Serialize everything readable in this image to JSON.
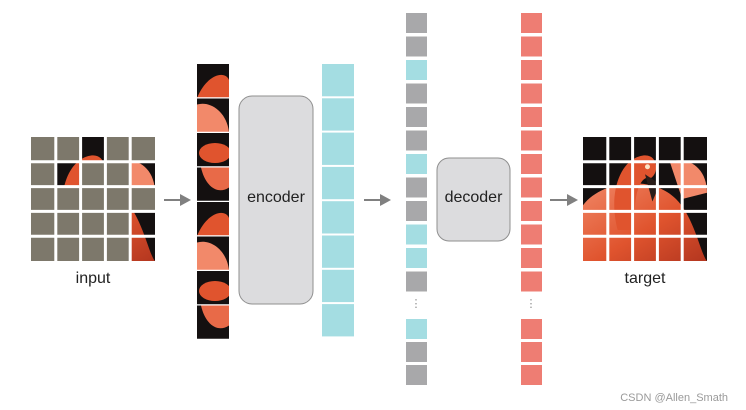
{
  "labels": {
    "input": "input",
    "encoder": "encoder",
    "decoder": "decoder",
    "target": "target",
    "ellipsis": "⋮"
  },
  "watermark": "CSDN @Allen_Smath",
  "colors": {
    "mask_gray": "#7d786b",
    "token_gray": "#a8a8aa",
    "latent_cyan": "#a4dde2",
    "pred_red": "#ee7d73",
    "module_fill": "#dcdcde",
    "module_stroke": "#8f8f8f",
    "arrow": "#808080",
    "flamingo_a": "#e0542e",
    "flamingo_b": "#f2896a",
    "flamingo_dark": "#141010"
  },
  "grid": {
    "rows": 5,
    "cols": 5,
    "visible_cells": [
      [
        0,
        2
      ],
      [
        1,
        1
      ],
      [
        1,
        4
      ],
      [
        3,
        4
      ],
      [
        4,
        4
      ]
    ]
  },
  "decoder_input_pattern": [
    "gray",
    "gray",
    "cyan",
    "gray",
    "gray",
    "gray",
    "cyan",
    "gray",
    "gray",
    "cyan",
    "cyan",
    "gray",
    "cyan",
    "gray",
    "gray"
  ]
}
